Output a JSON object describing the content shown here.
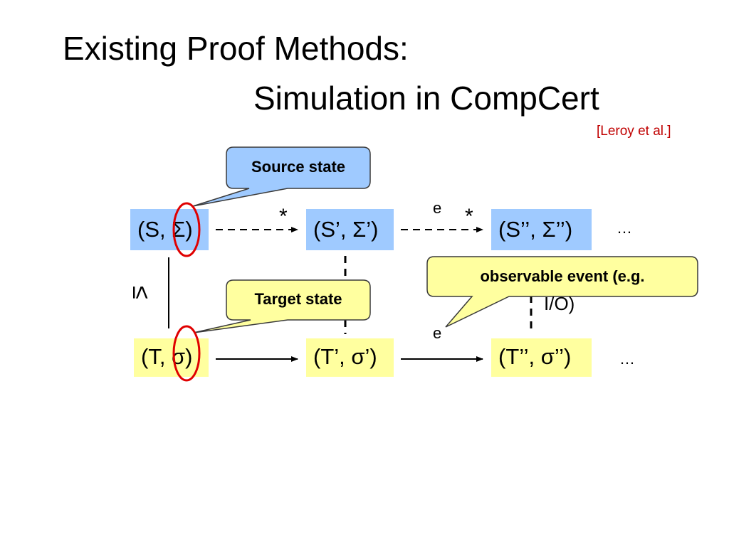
{
  "title": {
    "line1": "Existing Proof Methods:",
    "line2": "Simulation in CompCert"
  },
  "citation": "[Leroy et al.]",
  "source_row": {
    "states": [
      "(S, Σ)",
      "(S’, Σ’)",
      "(S’’, Σ’’)"
    ],
    "ellipsis": "…"
  },
  "target_row": {
    "states": [
      "(T, σ)",
      "(T’, σ’)",
      "(T’’, σ’’)"
    ],
    "ellipsis": "…"
  },
  "arrow_labels": {
    "star1": "*",
    "star2": "*",
    "event_top": "e",
    "event_bottom": "e"
  },
  "relation_symbol": "≤",
  "callouts": {
    "source": "Source state",
    "target": "Target state",
    "event": "observable event (e.g.",
    "event_tail": "I/O)"
  },
  "colors": {
    "source_fill": "#9fcaff",
    "target_fill": "#ffff9f",
    "citation": "#c00000",
    "highlight_ellipse": "#e00000"
  }
}
